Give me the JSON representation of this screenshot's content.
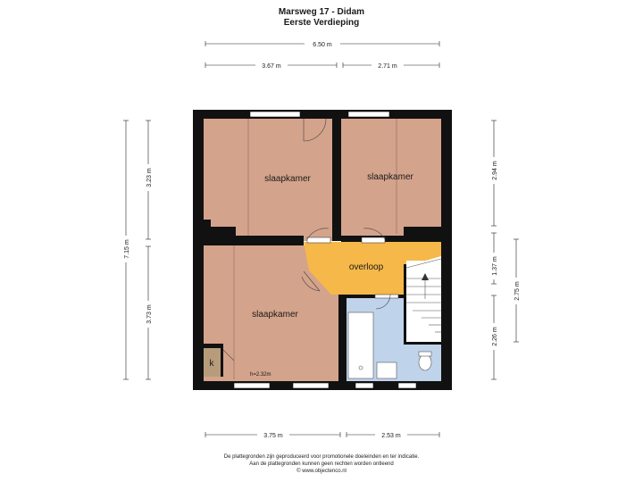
{
  "header": {
    "title": "Marsweg 17 - Didam",
    "subtitle": "Eerste Verdieping"
  },
  "rooms": {
    "bedroom_1": "slaapkamer",
    "bedroom_2": "slaapkamer",
    "bedroom_3": "slaapkamer",
    "landing": "overloop",
    "closet": "k",
    "height_note": "h=2.32m"
  },
  "dimensions": {
    "total_width": "6.50 m",
    "top_left": "3.67 m",
    "top_right": "2.71 m",
    "bottom_left": "3.75 m",
    "bottom_right": "2.53 m",
    "total_depth": "7.15 m",
    "left_top": "3.23 m",
    "left_bottom": "3.73 m",
    "right_top": "2.94 m",
    "right_mid": "1.37 m",
    "right_bottom": "2.26 m",
    "right_outer": "2.75 m"
  },
  "colors": {
    "bedroom": "#d4a38b",
    "landing": "#f6b849",
    "bathroom": "#bfd3ea",
    "stairs": "#ffffff",
    "wall": "#111111",
    "closet": "#b79c7c"
  },
  "footer": {
    "line1": "De plattegronden zijn geproduceerd voor promotionele doeleinden en ter indicatie.",
    "line2": "Aan de plattegronden kunnen geen rechten worden ontleend",
    "line3": "© www.objectenco.nl"
  }
}
